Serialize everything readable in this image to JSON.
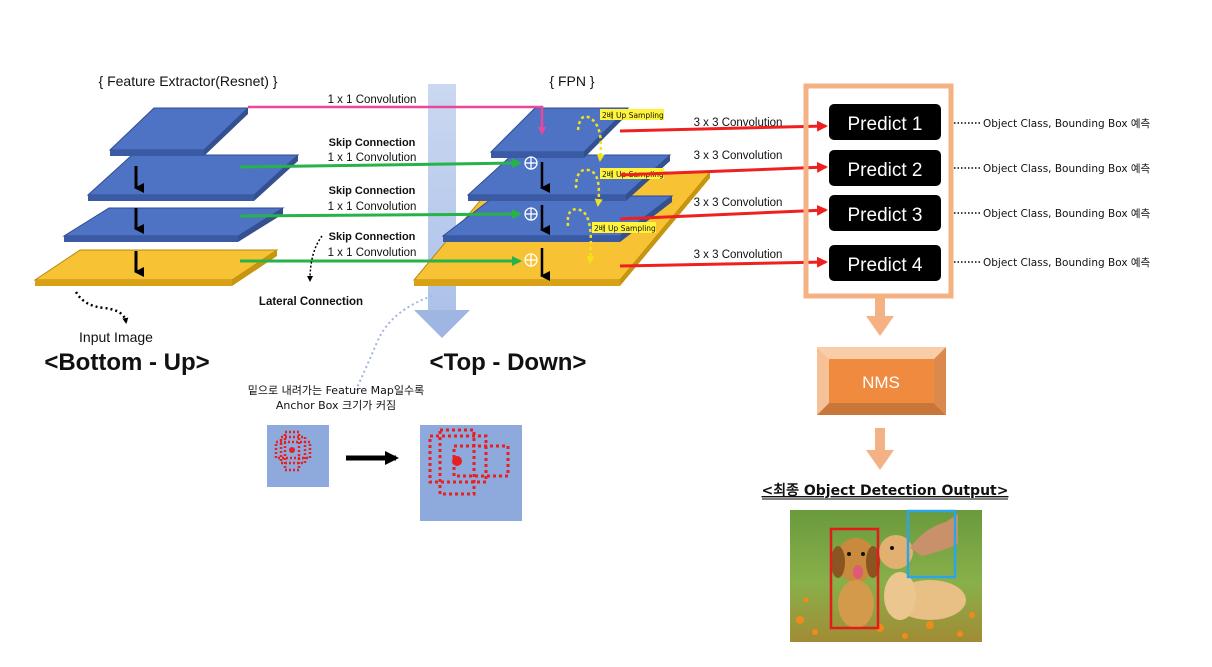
{
  "left": {
    "title": "{ Feature Extractor(Resnet) }",
    "input_label": "Input Image",
    "heading": "<Bottom - Up>",
    "lateral_label": "Lateral Connection"
  },
  "middle": {
    "title": "{ FPN }",
    "heading": "<Top - Down>",
    "note_line1": "밑으로 내려가는 Feature Map일수록",
    "note_line2": "Anchor Box 크기가 커짐",
    "upsample_label": "2배 Up Sampling"
  },
  "connections": {
    "conv1x1": "1 x 1 Convolution",
    "skip": "Skip Connection",
    "conv3x3": "3 x 3 Convolution"
  },
  "predict": {
    "boxes": [
      "Predict 1",
      "Predict 2",
      "Predict 3",
      "Predict 4"
    ],
    "output_note": "Object Class, Bounding Box 예측"
  },
  "nms": {
    "label": "NMS"
  },
  "final": {
    "caption": "<최종 Object Detection Output>"
  },
  "colors": {
    "blue_layer": "#4f73c4",
    "yellow_layer": "#f7c234",
    "magenta_arrow": "#e8479a",
    "green_arrow": "#27b24a",
    "red_arrow": "#ef2020",
    "orange": "#f4b183",
    "light_blue": "#9fb6e3"
  }
}
